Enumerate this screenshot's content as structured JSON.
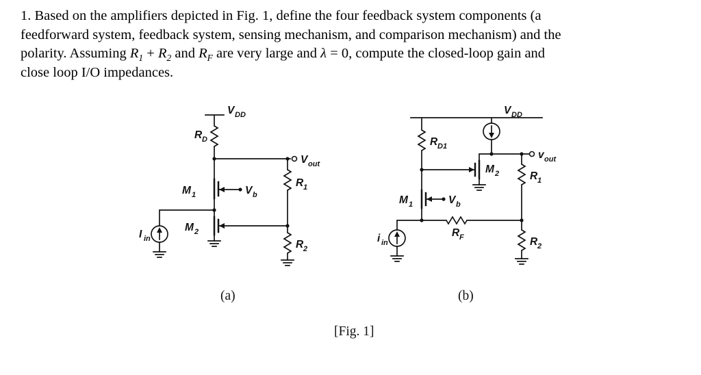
{
  "problem": {
    "line1": "1. Based on the amplifiers depicted in Fig. 1, define the four feedback system components (a",
    "line2": "feedforward system, feedback system, sensing mechanism, and comparison mechanism) and the",
    "line3": {
      "p1": "polarity. Assuming ",
      "r1": "R",
      "r1s": "1",
      "plus": " + ",
      "r2": "R",
      "r2s": "2",
      "and1": " and ",
      "rf": "R",
      "rfs": "F",
      "p2": " are very large and ",
      "lambda": "λ",
      "p3": " = 0, compute the closed-loop gain and"
    },
    "line4": "close loop I/O impedances."
  },
  "figure": {
    "caption": "[Fig. 1]",
    "a": {
      "caption": "(a)",
      "vdd": "V",
      "vdd_sub": "DD",
      "rd": "R",
      "rd_sub": "D",
      "vout": "V",
      "vout_sub": "out",
      "m1": "M",
      "m1_sub": "1",
      "vb": "V",
      "vb_sub": "b",
      "r1": "R",
      "r1_sub": "1",
      "m2": "M",
      "m2_sub": "2",
      "r2": "R",
      "r2_sub": "2",
      "iin": "I",
      "iin_sub": "in"
    },
    "b": {
      "caption": "(b)",
      "vdd": "V",
      "vdd_sub": "DD",
      "rd1": "R",
      "rd1_sub": "D1",
      "vout": "v",
      "vout_sub": "out",
      "m1": "M",
      "m1_sub": "1",
      "vb": "V",
      "vb_sub": "b",
      "r1": "R",
      "r1_sub": "1",
      "m2": "M",
      "m2_sub": "2",
      "r2": "R",
      "r2_sub": "2",
      "rf": "R",
      "rf_sub": "F",
      "iin": "i",
      "iin_sub": "in"
    }
  }
}
